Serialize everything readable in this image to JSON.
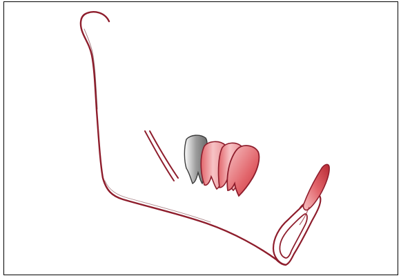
{
  "colors": {
    "outline": "#8e1d2c",
    "outline_dark": "#5a0f18",
    "tooth_red_light": "#f7c3c5",
    "tooth_red": "#e2656b",
    "tooth_red_dark": "#c8343d",
    "tooth_gray_light": "#e9e9e9",
    "tooth_gray": "#9d9d9d",
    "frame_border": "#000000",
    "background": "#ffffff"
  },
  "figure": {
    "subject": "mandible-with-teeth",
    "icons": [
      "mandible-outline",
      "gray-tooth",
      "red-molar",
      "incisor-alveolus"
    ]
  }
}
